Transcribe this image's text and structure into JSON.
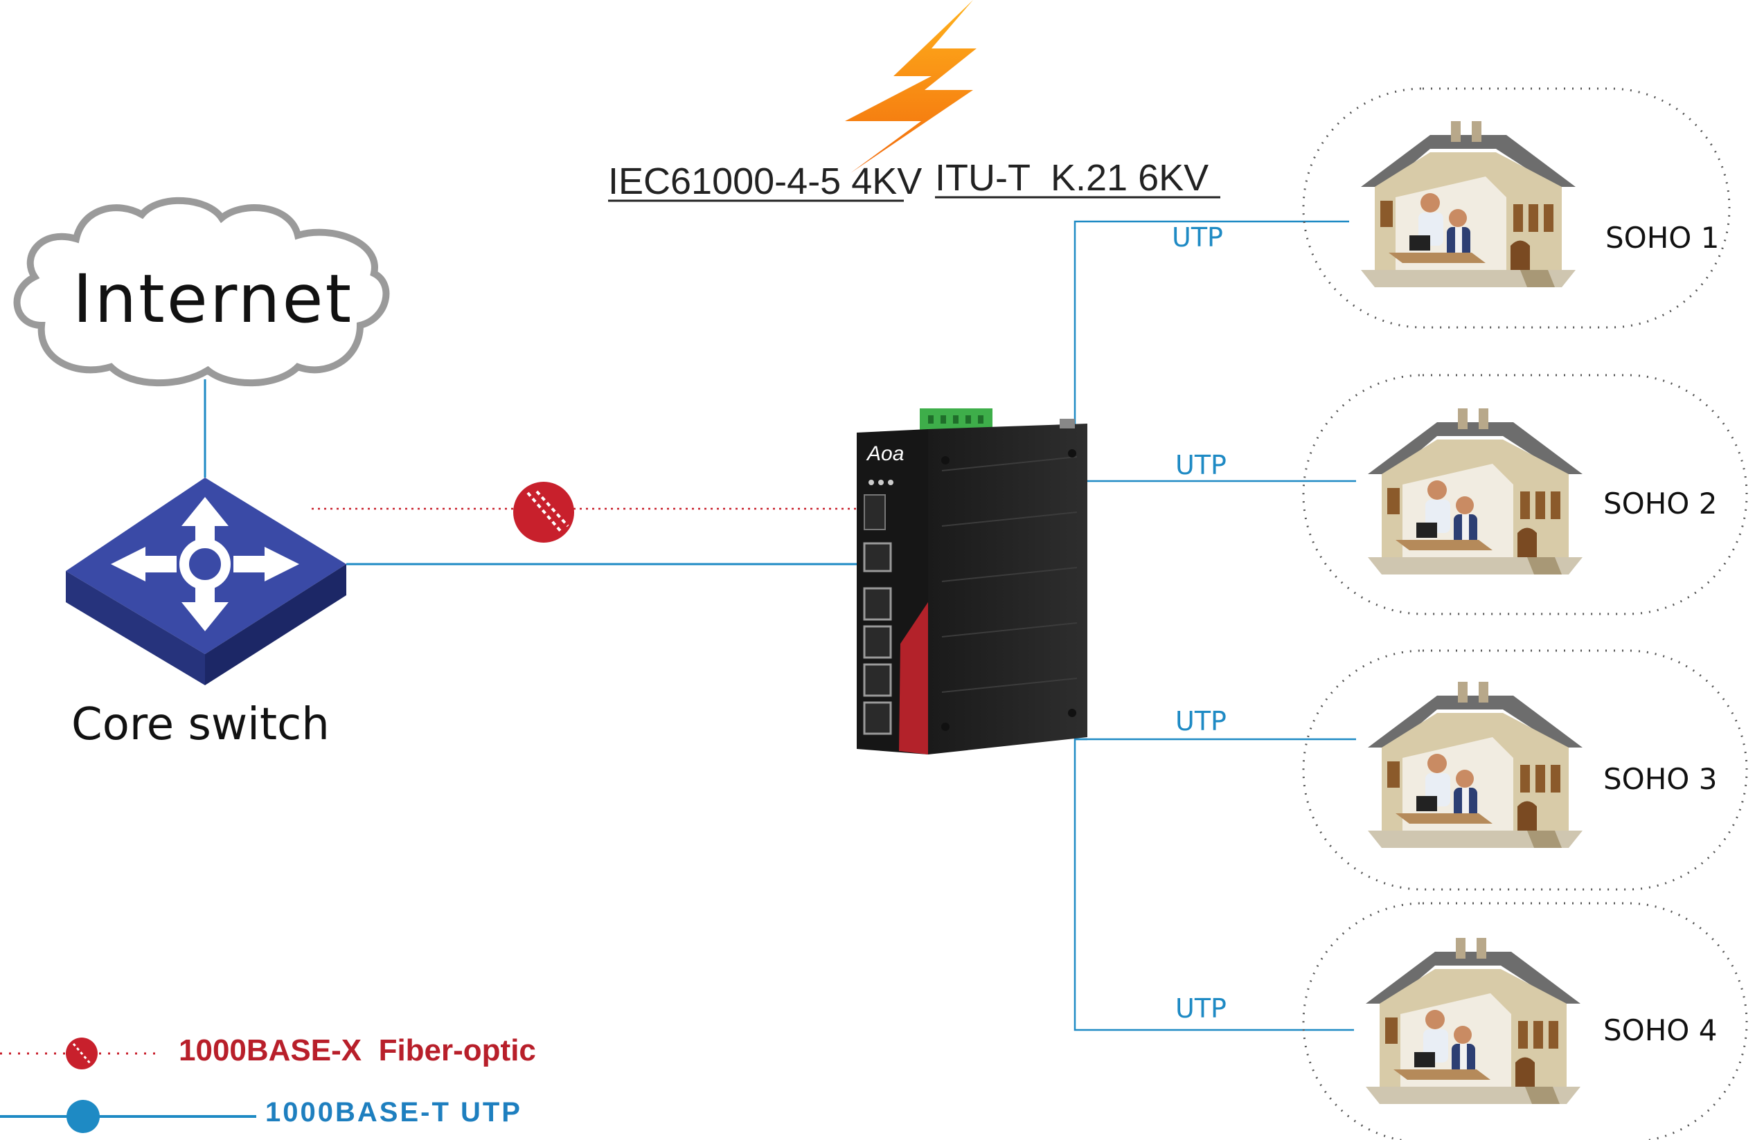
{
  "standards": {
    "surge_iec": "IEC61000-4-5 4KV",
    "surge_itu": "ITU-T  K.21 6KV"
  },
  "internet": {
    "label": "Internet"
  },
  "core_switch": {
    "label": "Core switch"
  },
  "device": {
    "brand": "Aoa"
  },
  "links": {
    "utp_label": "UTP"
  },
  "soho": [
    {
      "label": "SOHO 1"
    },
    {
      "label": "SOHO 2"
    },
    {
      "label": "SOHO 3"
    },
    {
      "label": "SOHO 4"
    }
  ],
  "legend": {
    "fiber": "1000BASE-X  Fiber-optic",
    "utp": "1000BASE-T UTP"
  },
  "colors": {
    "fiber_red": "#c8202c",
    "utp_blue": "#1e8ac4",
    "switch_blue": "#2f3f99",
    "lightning": "#f59a12"
  }
}
